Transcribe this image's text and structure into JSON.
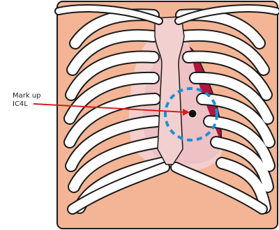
{
  "annotation": {
    "line1": "Mark up",
    "line2": "IC4L"
  },
  "colors": {
    "skin": "#f3b596",
    "rib": "#ffffff",
    "outline": "#1a1a1a",
    "heart": "#b3153f",
    "pericardium": "#f3d0d0",
    "arrow": "#d91c1c",
    "target_circle": "#1d8fd6"
  },
  "marker": "black-dot-target"
}
